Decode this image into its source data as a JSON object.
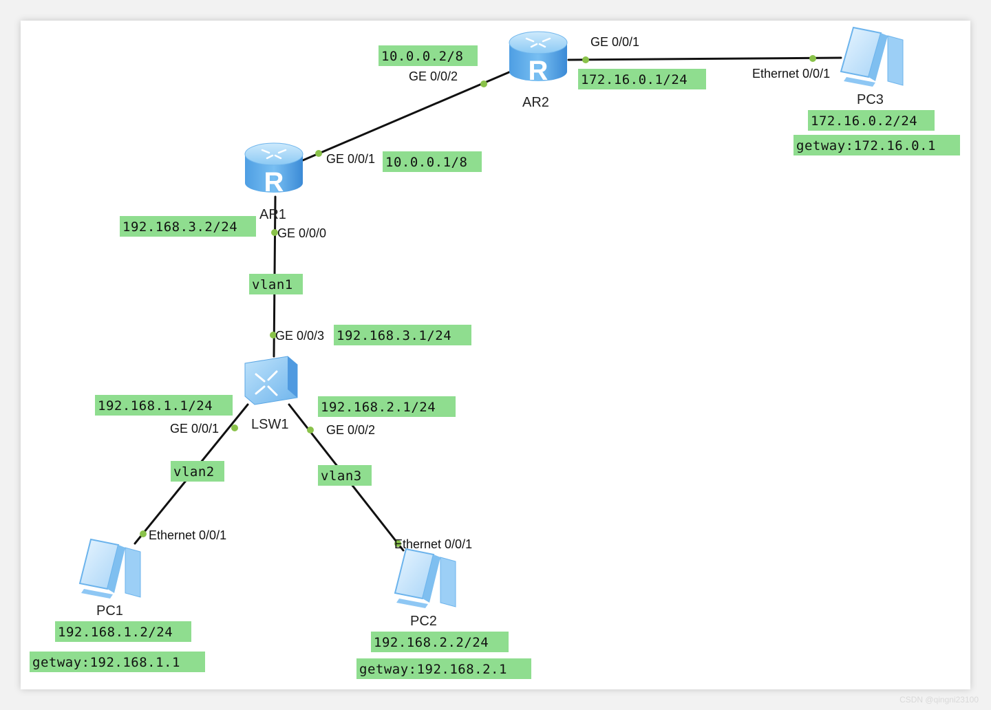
{
  "devices": {
    "ar1": {
      "name": "AR1"
    },
    "ar2": {
      "name": "AR2"
    },
    "lsw1": {
      "name": "LSW1"
    },
    "pc1": {
      "name": "PC1"
    },
    "pc2": {
      "name": "PC2"
    },
    "pc3": {
      "name": "PC3"
    }
  },
  "ports": {
    "ar2_ge002": "GE 0/0/2",
    "ar2_ge001": "GE 0/0/1",
    "pc3_eth": "Ethernet 0/0/1",
    "ar1_ge001": "GE 0/0/1",
    "ar1_ge000": "GE 0/0/0",
    "lsw1_ge003": "GE 0/0/3",
    "lsw1_ge001": "GE 0/0/1",
    "lsw1_ge002": "GE 0/0/2",
    "pc1_eth": "Ethernet 0/0/1",
    "pc2_eth": "Ethernet 0/0/1"
  },
  "tags": {
    "ar2_ge002_ip": "10.0.0.2/8",
    "ar2_ge001_ip": "172.16.0.1/24",
    "pc3_ip": "172.16.0.2/24",
    "pc3_gw": "getway:172.16.0.1",
    "ar1_ge001_ip": "10.0.0.1/8",
    "ar1_ge000_ip": "192.168.3.2/24",
    "vlan1": "vlan1",
    "lsw1_ge003_ip": "192.168.3.1/24",
    "lsw1_vlan2_ip": "192.168.1.1/24",
    "lsw1_vlan3_ip": "192.168.2.1/24",
    "vlan2": "vlan2",
    "vlan3": "vlan3",
    "pc1_ip": "192.168.1.2/24",
    "pc1_gw": "getway:192.168.1.1",
    "pc2_ip": "192.168.2.2/24",
    "pc2_gw": "getway:192.168.2.1"
  },
  "watermark": "CSDN @qingni23100",
  "colors": {
    "tag_background": "#8fdd8f",
    "port_dot": "#8ac24a",
    "device_blue": "#5aaae8"
  }
}
